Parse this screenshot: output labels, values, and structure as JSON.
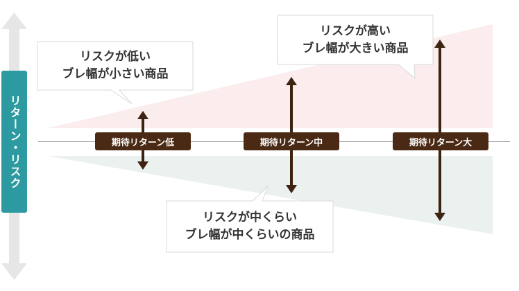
{
  "axis_label": "リターン・リスク",
  "levels": [
    {
      "tag": "期待リターン低",
      "callout": [
        "リスクが低い",
        "ブレ幅が小さい商品"
      ]
    },
    {
      "tag": "期待リターン中",
      "callout": [
        "リスクが中くらい",
        "ブレ幅が中くらいの商品"
      ]
    },
    {
      "tag": "期待リターン大",
      "callout": [
        "リスクが高い",
        "ブレ幅が大きい商品"
      ]
    }
  ],
  "colors": {
    "axis_bar": "#2c9aa0",
    "tag_bg": "#4a2a14",
    "arrow": "#3d2312",
    "upper_wedge": "#fbecee",
    "lower_wedge": "#eaf1ef",
    "side_arrow": "#e6e6e6"
  }
}
